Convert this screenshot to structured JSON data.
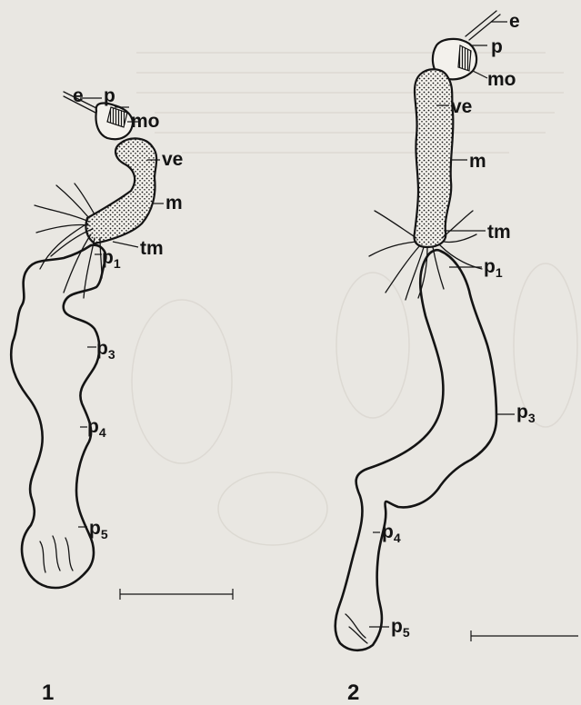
{
  "figures": [
    {
      "number": "1",
      "labels": {
        "e": "e",
        "p": "p",
        "mo": "mo",
        "ve": "ve",
        "m": "m",
        "tm": "tm",
        "p1": {
          "base": "p",
          "sub": "1"
        },
        "p3": {
          "base": "p",
          "sub": "3"
        },
        "p4": {
          "base": "p",
          "sub": "4"
        },
        "p5": {
          "base": "p",
          "sub": "5"
        }
      }
    },
    {
      "number": "2",
      "labels": {
        "e": "e",
        "p": "p",
        "mo": "mo",
        "ve": "ve",
        "m": "m",
        "tm": "tm",
        "p1": {
          "base": "p",
          "sub": "1"
        },
        "p3": {
          "base": "p",
          "sub": "3"
        },
        "p4": {
          "base": "p",
          "sub": "4"
        },
        "p5": {
          "base": "p",
          "sub": "5"
        }
      }
    }
  ],
  "colors": {
    "paper": "#e9e7e2",
    "ink": "#141414",
    "faint": "#d9d6cf"
  }
}
